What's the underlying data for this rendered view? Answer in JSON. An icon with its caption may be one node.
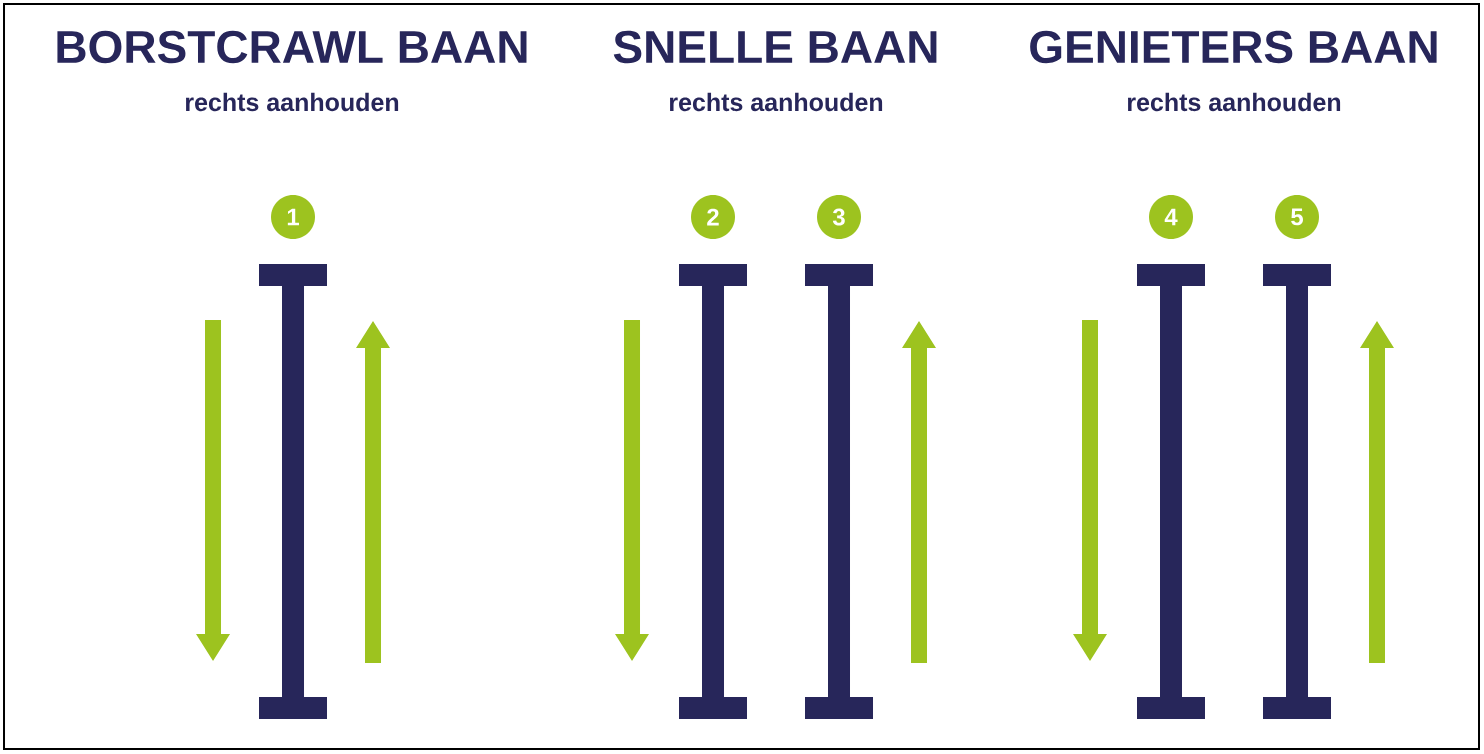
{
  "diagram": {
    "nodes": [
      {
        "text": [
          "1"
        ]
      },
      {
        "text": [
          "2"
        ]
      },
      {
        "text": [
          "3"
        ]
      },
      {
        "text": [
          "4"
        ]
      },
      {
        "text": [
          "5"
        ]
      }
    ],
    "labels": [
      "BORSTCRAWL BAAN",
      "rechts aanhouden",
      "SNELLE BAAN",
      "rechts aanhouden",
      "GENIETERS BAAN",
      "rechts aanhouden"
    ]
  }
}
